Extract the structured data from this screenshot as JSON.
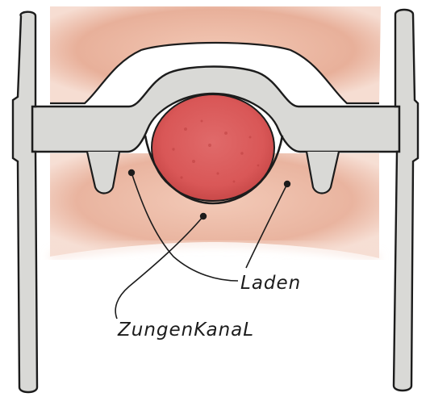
{
  "labels": {
    "laden": "Laden",
    "zungenkanal": "ZungenKanaL"
  },
  "colors": {
    "background": "#ffffff",
    "gum_tissue": "#e8b09a",
    "bit_metal": "#d9d9d6",
    "outline": "#1c1c1c",
    "tongue": "#d95757"
  },
  "icons": {
    "diagram": "horse-mouth-bit-cross-section"
  }
}
